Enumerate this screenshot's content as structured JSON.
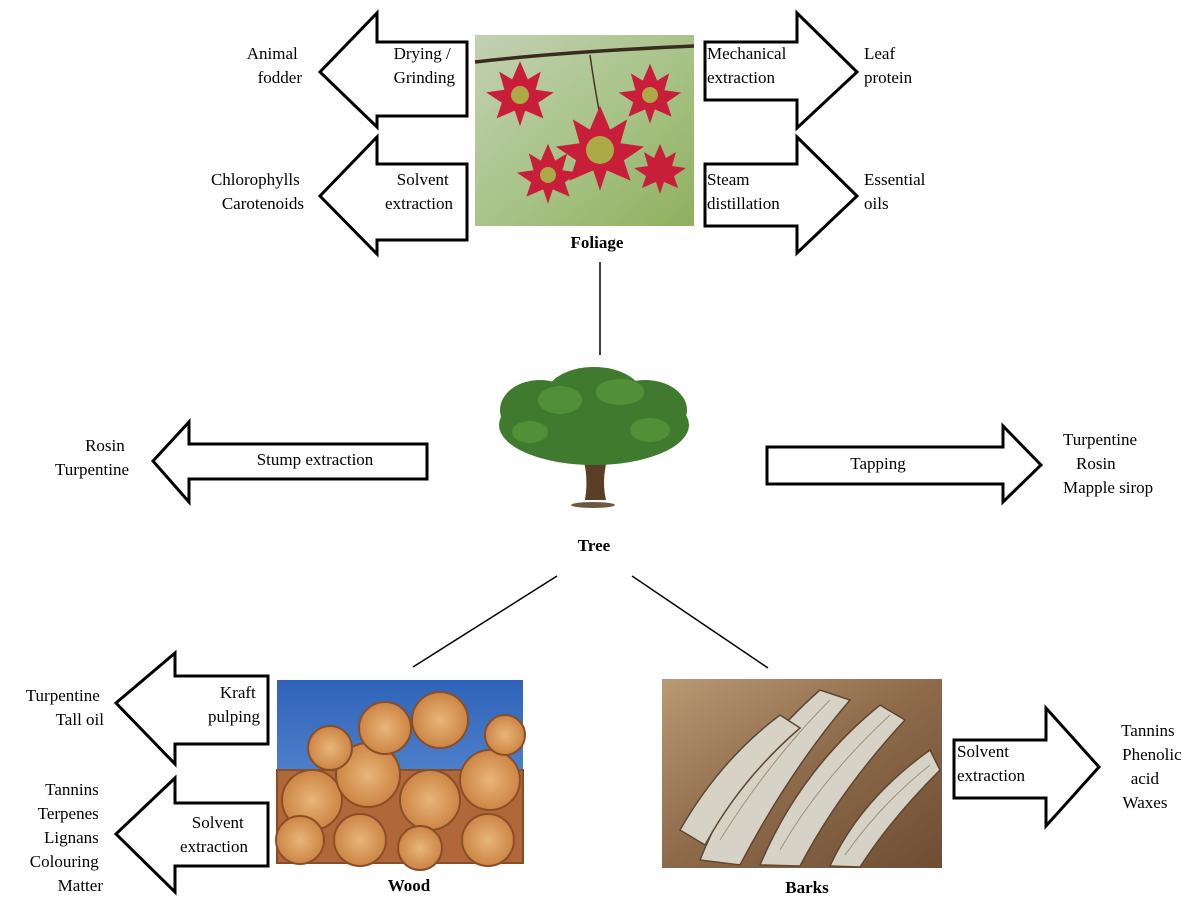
{
  "nodes": {
    "foliage": {
      "caption": "Foliage"
    },
    "tree": {
      "caption": "Tree"
    },
    "wood": {
      "caption": "Wood"
    },
    "barks": {
      "caption": "Barks"
    }
  },
  "processes": {
    "drying_grinding": [
      "Drying /",
      "Grinding"
    ],
    "solvent_foliage": [
      "Solvent",
      "extraction"
    ],
    "mechanical": [
      "Mechanical",
      "extraction"
    ],
    "steam": [
      "Steam",
      "distillation"
    ],
    "stump": [
      "Stump extraction"
    ],
    "tapping": [
      "Tapping"
    ],
    "kraft": [
      "Kraft",
      "pulping"
    ],
    "solvent_wood": [
      "Solvent",
      "extraction"
    ],
    "solvent_bark": [
      "Solvent",
      "extraction"
    ]
  },
  "products": {
    "animal_fodder": [
      "Animal",
      "fodder"
    ],
    "chlorophylls": [
      "Chlorophylls",
      "Carotenoids"
    ],
    "leaf_protein": [
      "Leaf",
      "protein"
    ],
    "essential_oils": [
      "Essential",
      "oils"
    ],
    "stump_products": [
      "Rosin",
      "Turpentine"
    ],
    "tapping_products": [
      "Turpentine",
      "Rosin",
      "Mapple sirop"
    ],
    "kraft_products": [
      "Turpentine",
      "Tall oil"
    ],
    "wood_solvent_products": [
      "Tannins",
      "Terpenes",
      "Lignans",
      "Colouring",
      "Matter"
    ],
    "bark_products": [
      "Tannins",
      "Phenolic",
      "acid",
      "Waxes"
    ]
  },
  "colors": {
    "foliage_bg": "#a9c48a",
    "leaf_red": "#c81e3a",
    "leaf_green": "#a8c24a",
    "tree_canopy": "#3f7a2e",
    "trunk": "#5a3e26",
    "sky": "#3f79c9",
    "log_face": "#d99a58",
    "log_side": "#b0683a",
    "bark_bg": "#8d6a4a",
    "bark_strip": "#d7d2c6"
  }
}
